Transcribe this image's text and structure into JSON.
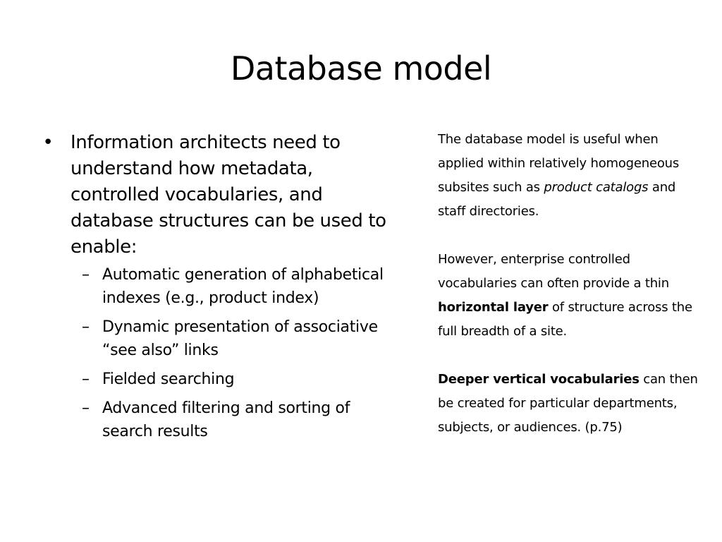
{
  "slide": {
    "title": "Database model",
    "main_bullet": {
      "marker": "•",
      "text": "Information architects need to understand how metadata, controlled vocabularies, and database structures can be used to enable:"
    },
    "sub_bullets": [
      {
        "dash": "–",
        "text": "Automatic generation of alphabetical indexes (e.g., product index)"
      },
      {
        "dash": "–",
        "text": "Dynamic presentation of associative “see also” links"
      },
      {
        "dash": "–",
        "text": "Fielded searching"
      },
      {
        "dash": "–",
        "text": "Advanced filtering and sorting of search results"
      }
    ],
    "notes": {
      "p1_before": "The database model is useful when applied within relatively homogeneous subsites such as ",
      "p1_italic": "product catalogs",
      "p1_after": " and staff directories.",
      "p2_before": "However, enterprise controlled vocabularies can often provide a thin ",
      "p2_bold": "horizontal layer",
      "p2_after": " of structure across the full breadth of a site.",
      "p3_bold": "Deeper vertical vocabularies",
      "p3_after": " can then be created for particular departments, subjects, or audiences. (p.75)"
    }
  }
}
